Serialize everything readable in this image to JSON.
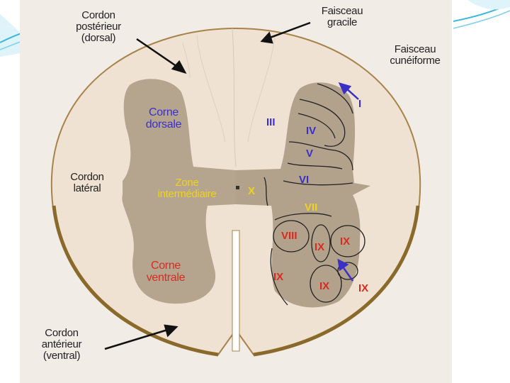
{
  "labels": {
    "cordon_posterieur": [
      "Cordon",
      "postérieur",
      "(dorsal)"
    ],
    "faisceau_gracile": [
      "Faisceau",
      "gracile"
    ],
    "faisceau_cuneiforme": [
      "Faisceau",
      "cunéiforme"
    ],
    "corne_dorsale": [
      "Corne",
      "dorsale"
    ],
    "cordon_lateral": [
      "Cordon",
      "latéral"
    ],
    "zone_intermediaire": [
      "Zone",
      "intermédiaire"
    ],
    "corne_ventrale": [
      "Corne",
      "ventrale"
    ],
    "cordon_anterieur": [
      "Cordon",
      "antérieur",
      "(ventral)"
    ]
  },
  "laminae": {
    "I": "I",
    "III": "III",
    "IV": "IV",
    "V": "V",
    "VI": "VI",
    "VII": "VII",
    "VIII": "VIII",
    "IX": "IX",
    "X": "X"
  },
  "colors": {
    "white_matter": "#f0e2d2",
    "gray_matter": "#b2a28c",
    "outline": "#8a6a2a",
    "label_blue": "#3a30c8",
    "label_red": "#d92a20",
    "label_yellow": "#f0d21a",
    "slide_accent": "#3bb8dc"
  }
}
